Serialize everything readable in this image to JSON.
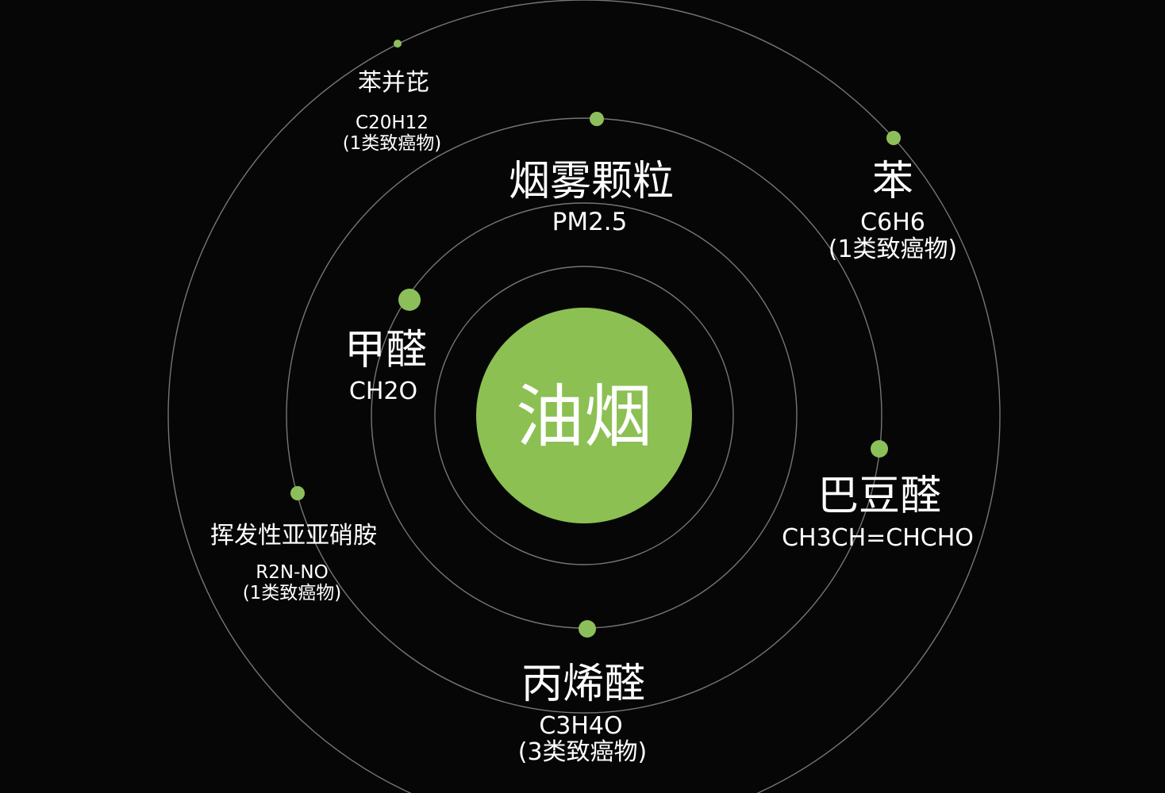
{
  "center": {
    "label": "油烟",
    "color": "#8cc053"
  },
  "dot_color": "#8cbf5a",
  "items": [
    {
      "name": "苯并芘",
      "formula": "C20H12",
      "note": "(1类致癌物)"
    },
    {
      "name": "烟雾颗粒",
      "formula": "PM2.5"
    },
    {
      "name": "苯",
      "formula": "C6H6",
      "note": "(1类致癌物)"
    },
    {
      "name": "甲醛",
      "formula": "CH2O"
    },
    {
      "name": "巴豆醛",
      "formula": "CH3CH=CHCHO"
    },
    {
      "name": "挥发性亚亚硝胺",
      "formula": "R2N-NO",
      "note": "(1类致癌物)"
    },
    {
      "name": "丙烯醛",
      "formula": "C3H4O",
      "note": "(3类致癌物)"
    }
  ]
}
